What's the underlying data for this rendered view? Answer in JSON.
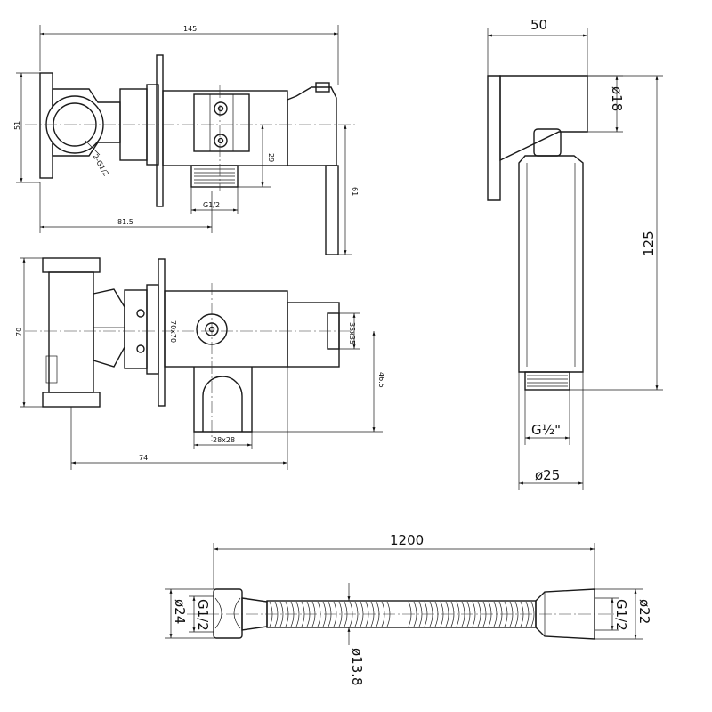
{
  "dimensions": {
    "top_view": {
      "width_total": "145",
      "height": "51",
      "thread_label": "2-G1/2",
      "thread_bottom": "G1/2",
      "offset": "81.5",
      "height_small": "29",
      "height_right": "61"
    },
    "front_view": {
      "height": "70",
      "plate": "70x70",
      "square": "35x35",
      "depth": "46.5",
      "holder": "28x28",
      "offset": "74"
    },
    "handshower": {
      "width": "50",
      "diameter_top": "ø18",
      "length": "125",
      "thread": "G½\"",
      "diameter_bottom": "ø25"
    },
    "hose": {
      "length": "1200",
      "left_outer": "ø24",
      "left_thread": "G1/2",
      "inner": "ø13.8",
      "right_thread": "G1/2",
      "right_outer": "ø22"
    }
  }
}
